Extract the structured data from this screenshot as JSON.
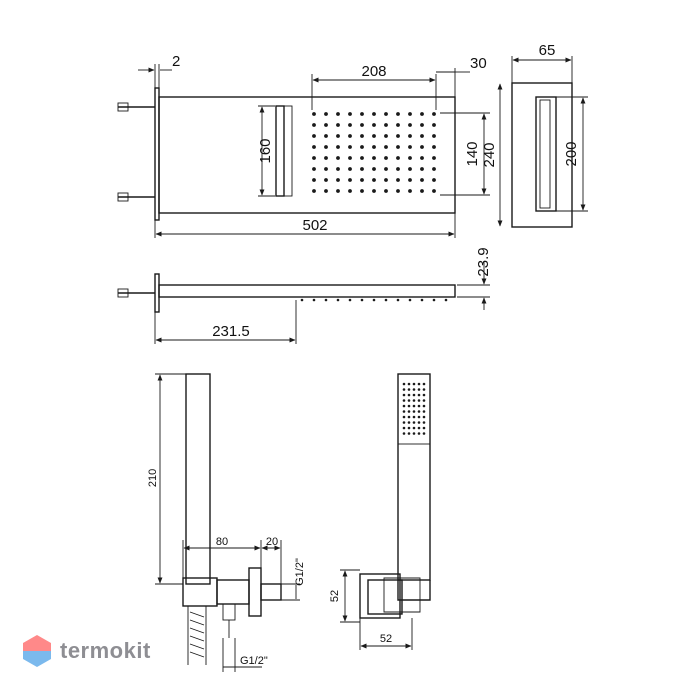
{
  "dimensions": {
    "d_2": "2",
    "d_208": "208",
    "d_30": "30",
    "d_65": "65",
    "d_160": "160",
    "d_140": "140",
    "d_240": "240",
    "d_200": "200",
    "d_502": "502",
    "d_23_9": "23.9",
    "d_231_5": "231.5",
    "d_210": "210",
    "d_80": "80",
    "d_20": "20",
    "d_g12_a": "G1/2\"",
    "d_g12_b": "G1/2\"",
    "d_52_v": "52",
    "d_52_h": "52"
  },
  "watermark": {
    "text": "termokit",
    "icon": "hexagon-logo-icon",
    "colors": {
      "top": "#ff6b6b",
      "bottom": "#5aa8e8",
      "text": "#8e8e93"
    }
  }
}
